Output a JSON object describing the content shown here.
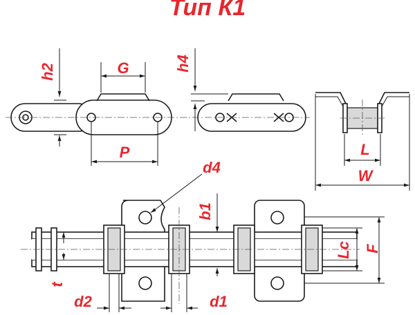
{
  "title": "Тип К1",
  "labels": {
    "h2": "h2",
    "G": "G",
    "h4": "h4",
    "P": "P",
    "L": "L",
    "W": "W",
    "d4": "d4",
    "b1": "b1",
    "Lc": "Lc",
    "F": "F",
    "t": "t",
    "d2": "d2",
    "d1": "d1"
  },
  "colors": {
    "label": "#e8262d",
    "line": "#1a1a1a"
  }
}
